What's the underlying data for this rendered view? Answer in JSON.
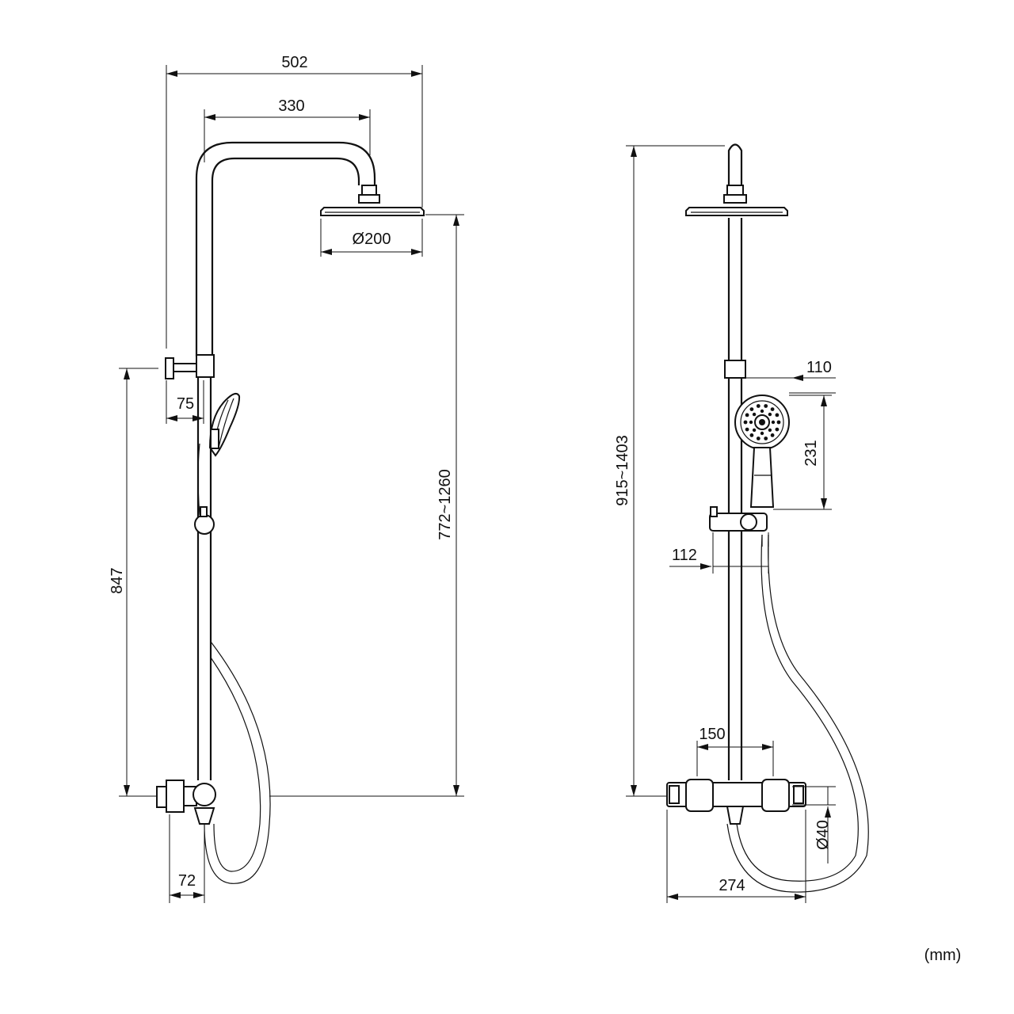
{
  "dimensions": {
    "side": {
      "overall_width": "502",
      "arm_reach": "330",
      "head_diameter": "Ø200",
      "bracket_offset": "75",
      "lower_height": "847",
      "adjustable_height": "772~1260",
      "inlet_offset": "72"
    },
    "front": {
      "total_height": "915~1403",
      "slider_offset": "110",
      "handshower_length": "231",
      "holder_offset": "112",
      "valve_spacing": "150",
      "valve_diameter": "Ø40",
      "valve_width": "274"
    }
  },
  "units_note": "(mm)"
}
